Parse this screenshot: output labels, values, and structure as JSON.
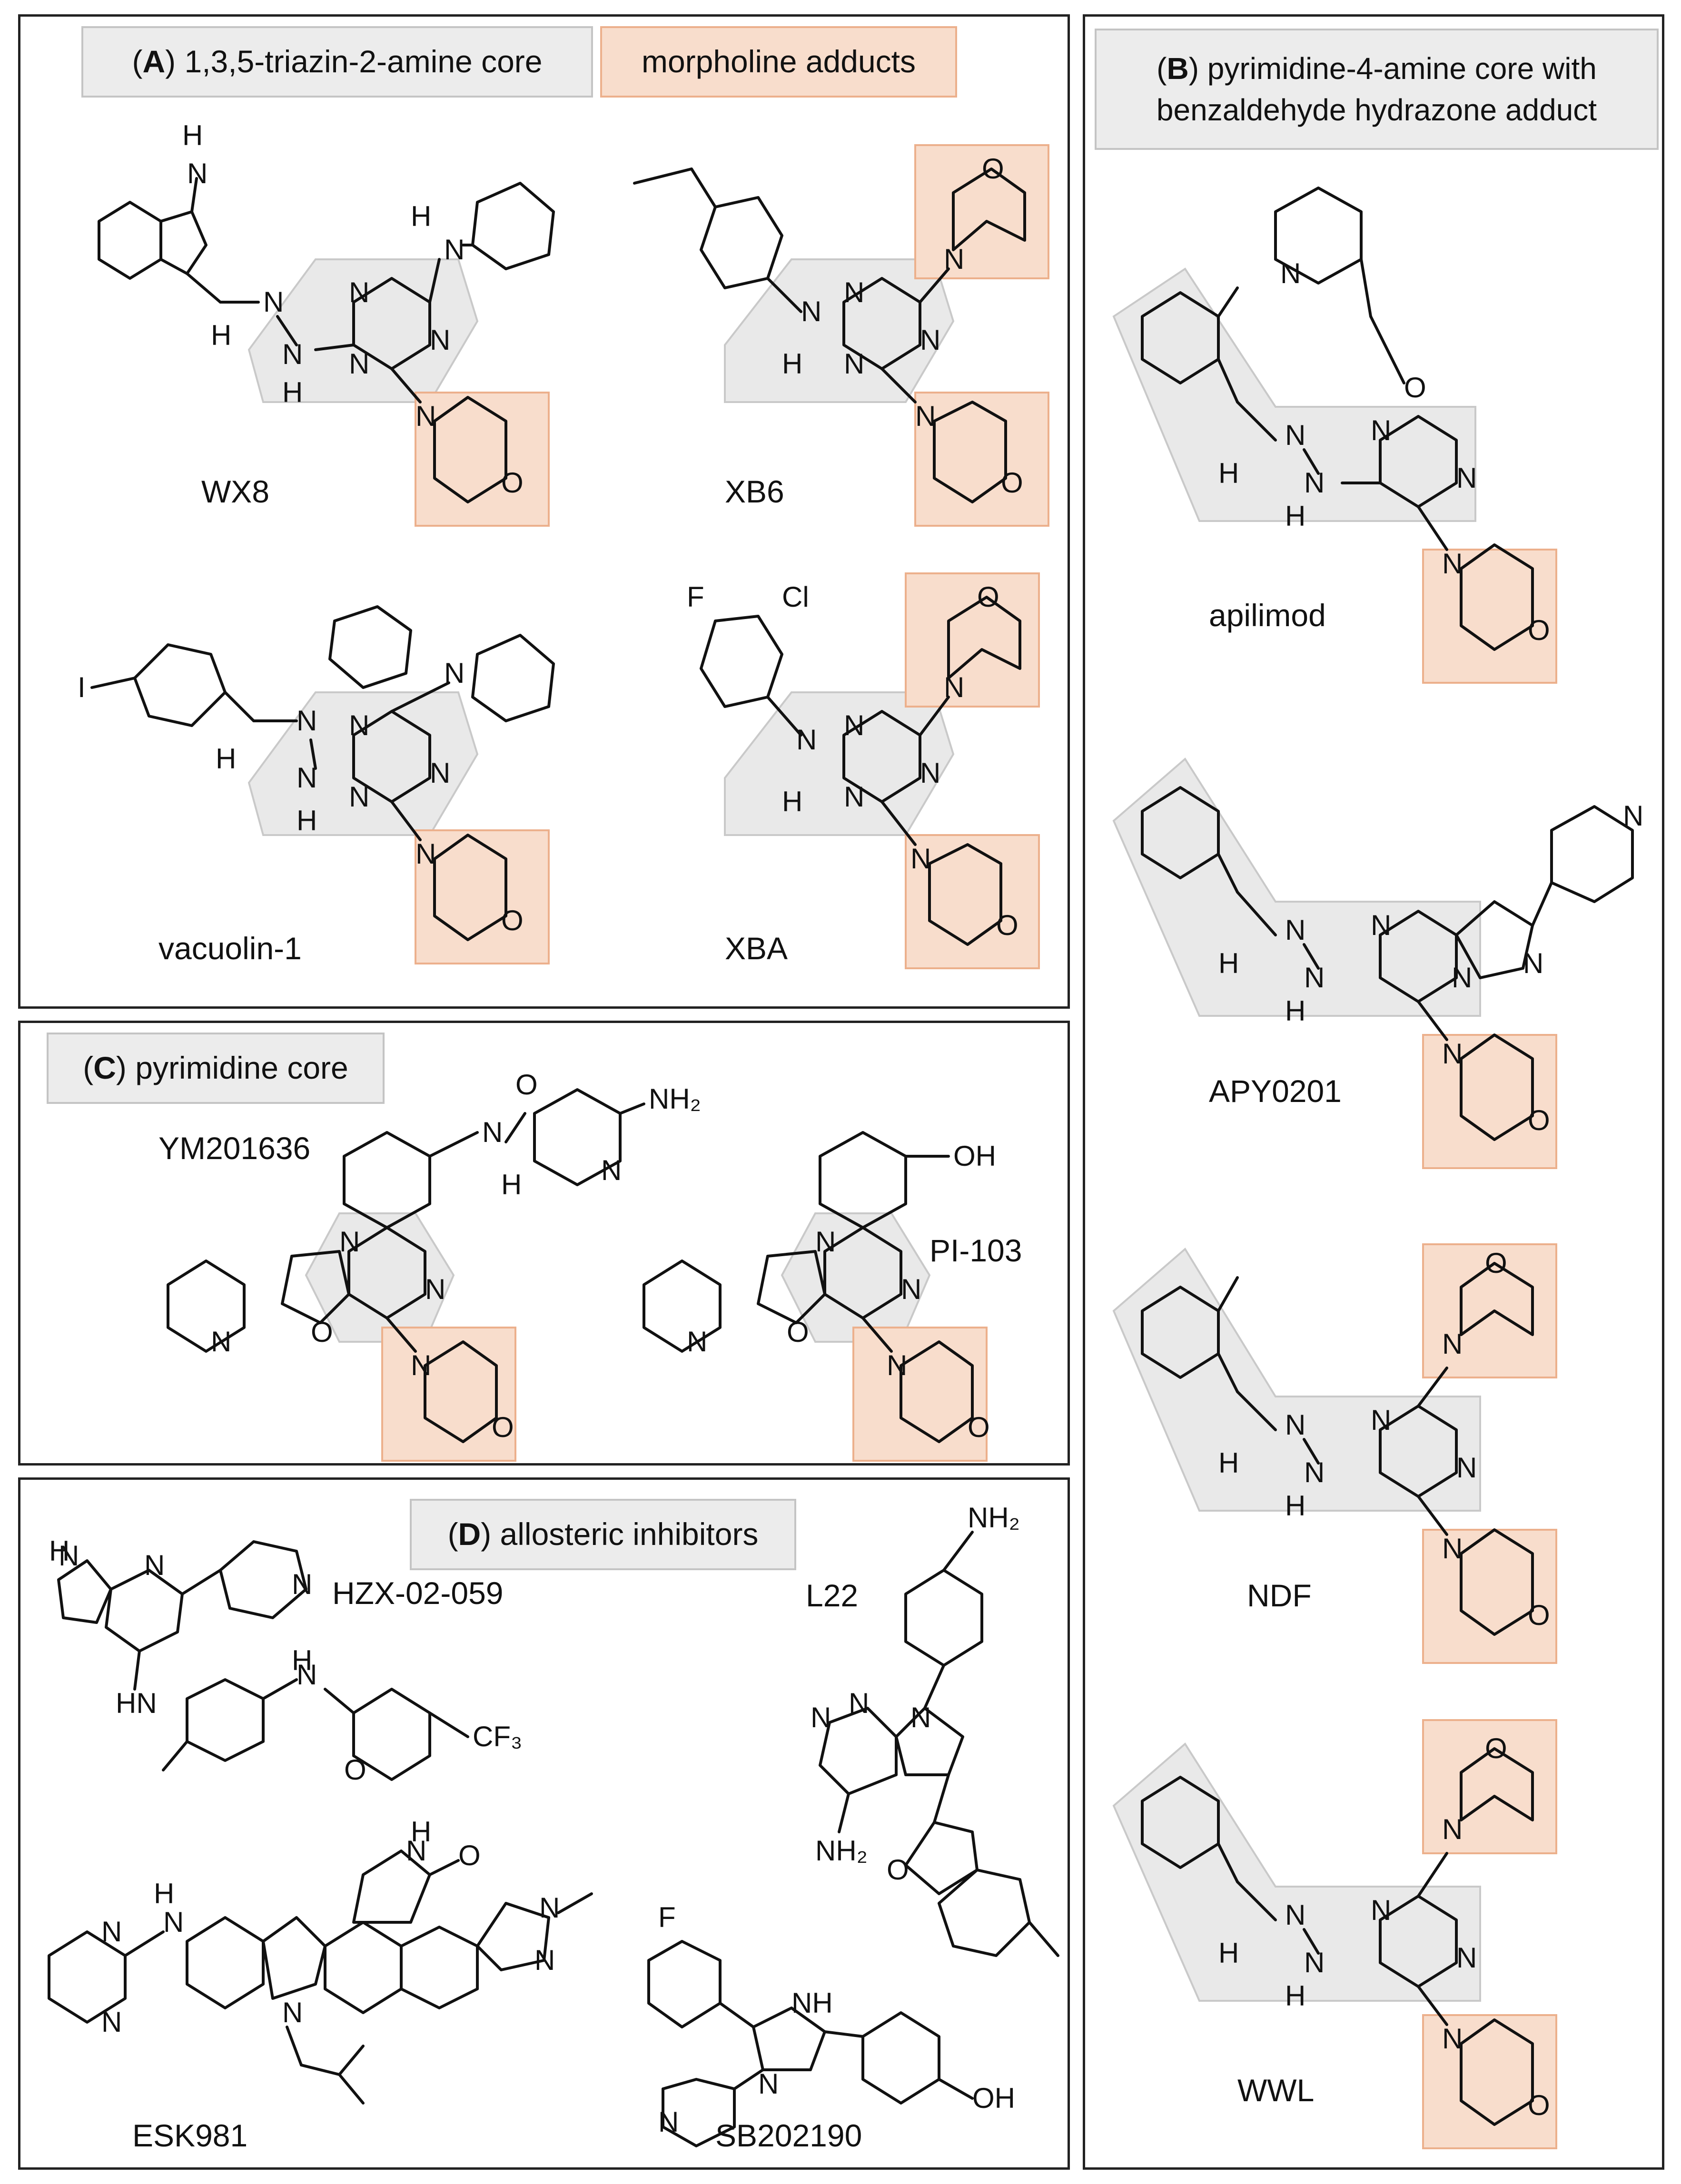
{
  "colors": {
    "core_highlight": "#e9e9e9",
    "morpholine_highlight": "#f8ddcc",
    "frame": "#222222"
  },
  "panels": {
    "A": {
      "letter": "A",
      "title": "1,3,5-triazin-2-amine core",
      "legend_adduct": "morpholine adducts",
      "compounds": [
        "WX8",
        "XB6",
        "vacuolin-1",
        "XBA"
      ]
    },
    "B": {
      "letter": "B",
      "title_line1": "pyrimidine-4-amine core with",
      "title_line2": "benzaldehyde hydrazone adduct",
      "compounds": [
        "apilimod",
        "APY0201",
        "NDF",
        "WWL"
      ]
    },
    "C": {
      "letter": "C",
      "title": "pyrimidine core",
      "compounds": [
        "YM201636",
        "PI-103"
      ]
    },
    "D": {
      "letter": "D",
      "title": "allosteric inhibitors",
      "compounds": [
        "HZX-02-059",
        "L22",
        "ESK981",
        "SB202190"
      ]
    }
  }
}
